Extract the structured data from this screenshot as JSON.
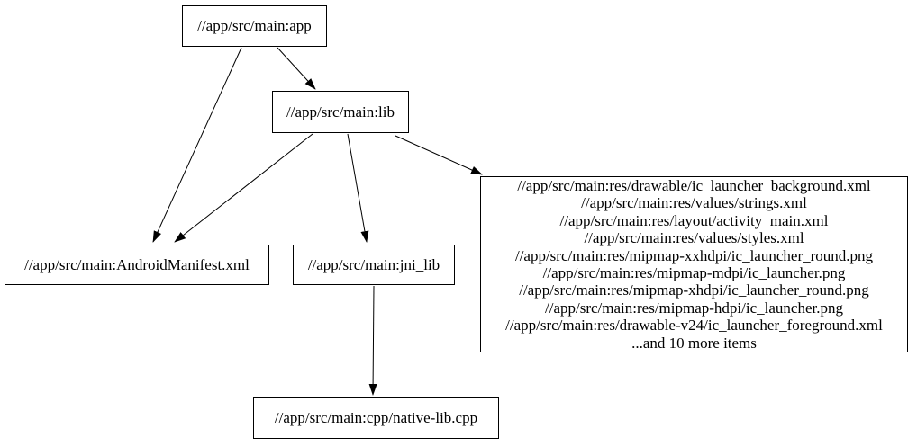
{
  "diagram": {
    "type": "dependency-graph",
    "background_color": "#ffffff",
    "node_fill_color": "#ffffff",
    "node_border_color": "#000000",
    "edge_color": "#000000",
    "nodes": {
      "app": {
        "label": "//app/src/main:app"
      },
      "lib": {
        "label": "//app/src/main:lib"
      },
      "manifest": {
        "label": "//app/src/main:AndroidManifest.xml"
      },
      "jni_lib": {
        "label": "//app/src/main:jni_lib"
      },
      "native_lib": {
        "label": "//app/src/main:cpp/native-lib.cpp"
      },
      "resources": {
        "lines": [
          "//app/src/main:res/drawable/ic_launcher_background.xml",
          "//app/src/main:res/values/strings.xml",
          "//app/src/main:res/layout/activity_main.xml",
          "//app/src/main:res/values/styles.xml",
          "//app/src/main:res/mipmap-xxhdpi/ic_launcher_round.png",
          "//app/src/main:res/mipmap-mdpi/ic_launcher.png",
          "//app/src/main:res/mipmap-xhdpi/ic_launcher_round.png",
          "//app/src/main:res/mipmap-hdpi/ic_launcher.png",
          "//app/src/main:res/drawable-v24/ic_launcher_foreground.xml",
          "...and 10 more items"
        ]
      }
    },
    "edges": [
      {
        "from": "app",
        "to": "lib"
      },
      {
        "from": "app",
        "to": "manifest"
      },
      {
        "from": "lib",
        "to": "manifest"
      },
      {
        "from": "lib",
        "to": "jni_lib"
      },
      {
        "from": "lib",
        "to": "resources"
      },
      {
        "from": "jni_lib",
        "to": "native_lib"
      }
    ]
  }
}
